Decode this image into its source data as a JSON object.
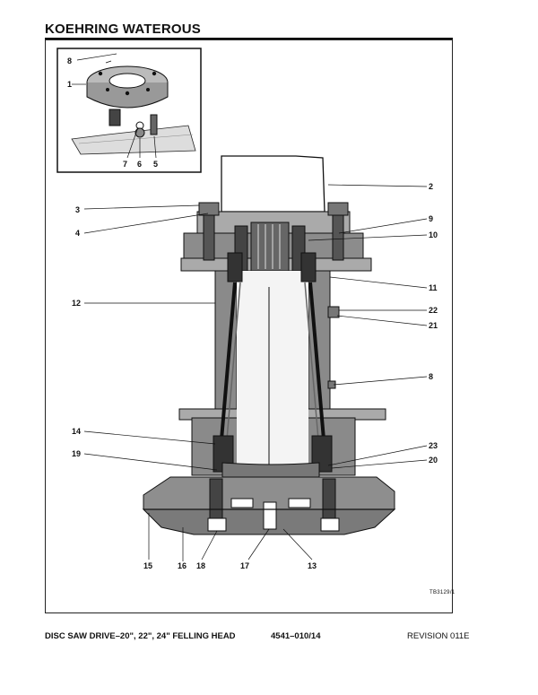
{
  "header": {
    "brand": "KOEHRING WATEROUS"
  },
  "figure": {
    "callouts": {
      "c1": "1",
      "c2": "2",
      "c3": "3",
      "c4": "4",
      "c5": "5",
      "c6": "6",
      "c7": "7",
      "c8a": "8",
      "c8b": "8",
      "c9": "9",
      "c10": "10",
      "c11": "11",
      "c12": "12",
      "c13": "13",
      "c14": "14",
      "c15": "15",
      "c16": "16",
      "c17": "17",
      "c18": "18",
      "c19": "19",
      "c20": "20",
      "c21": "21",
      "c22": "22",
      "c23": "23"
    },
    "reference": "TB3129/1"
  },
  "footer": {
    "title": "DISC SAW DRIVE–20\", 22\", 24\" FELLING HEAD",
    "part_number": "4541–010/14",
    "revision": "REVISION 011E"
  }
}
